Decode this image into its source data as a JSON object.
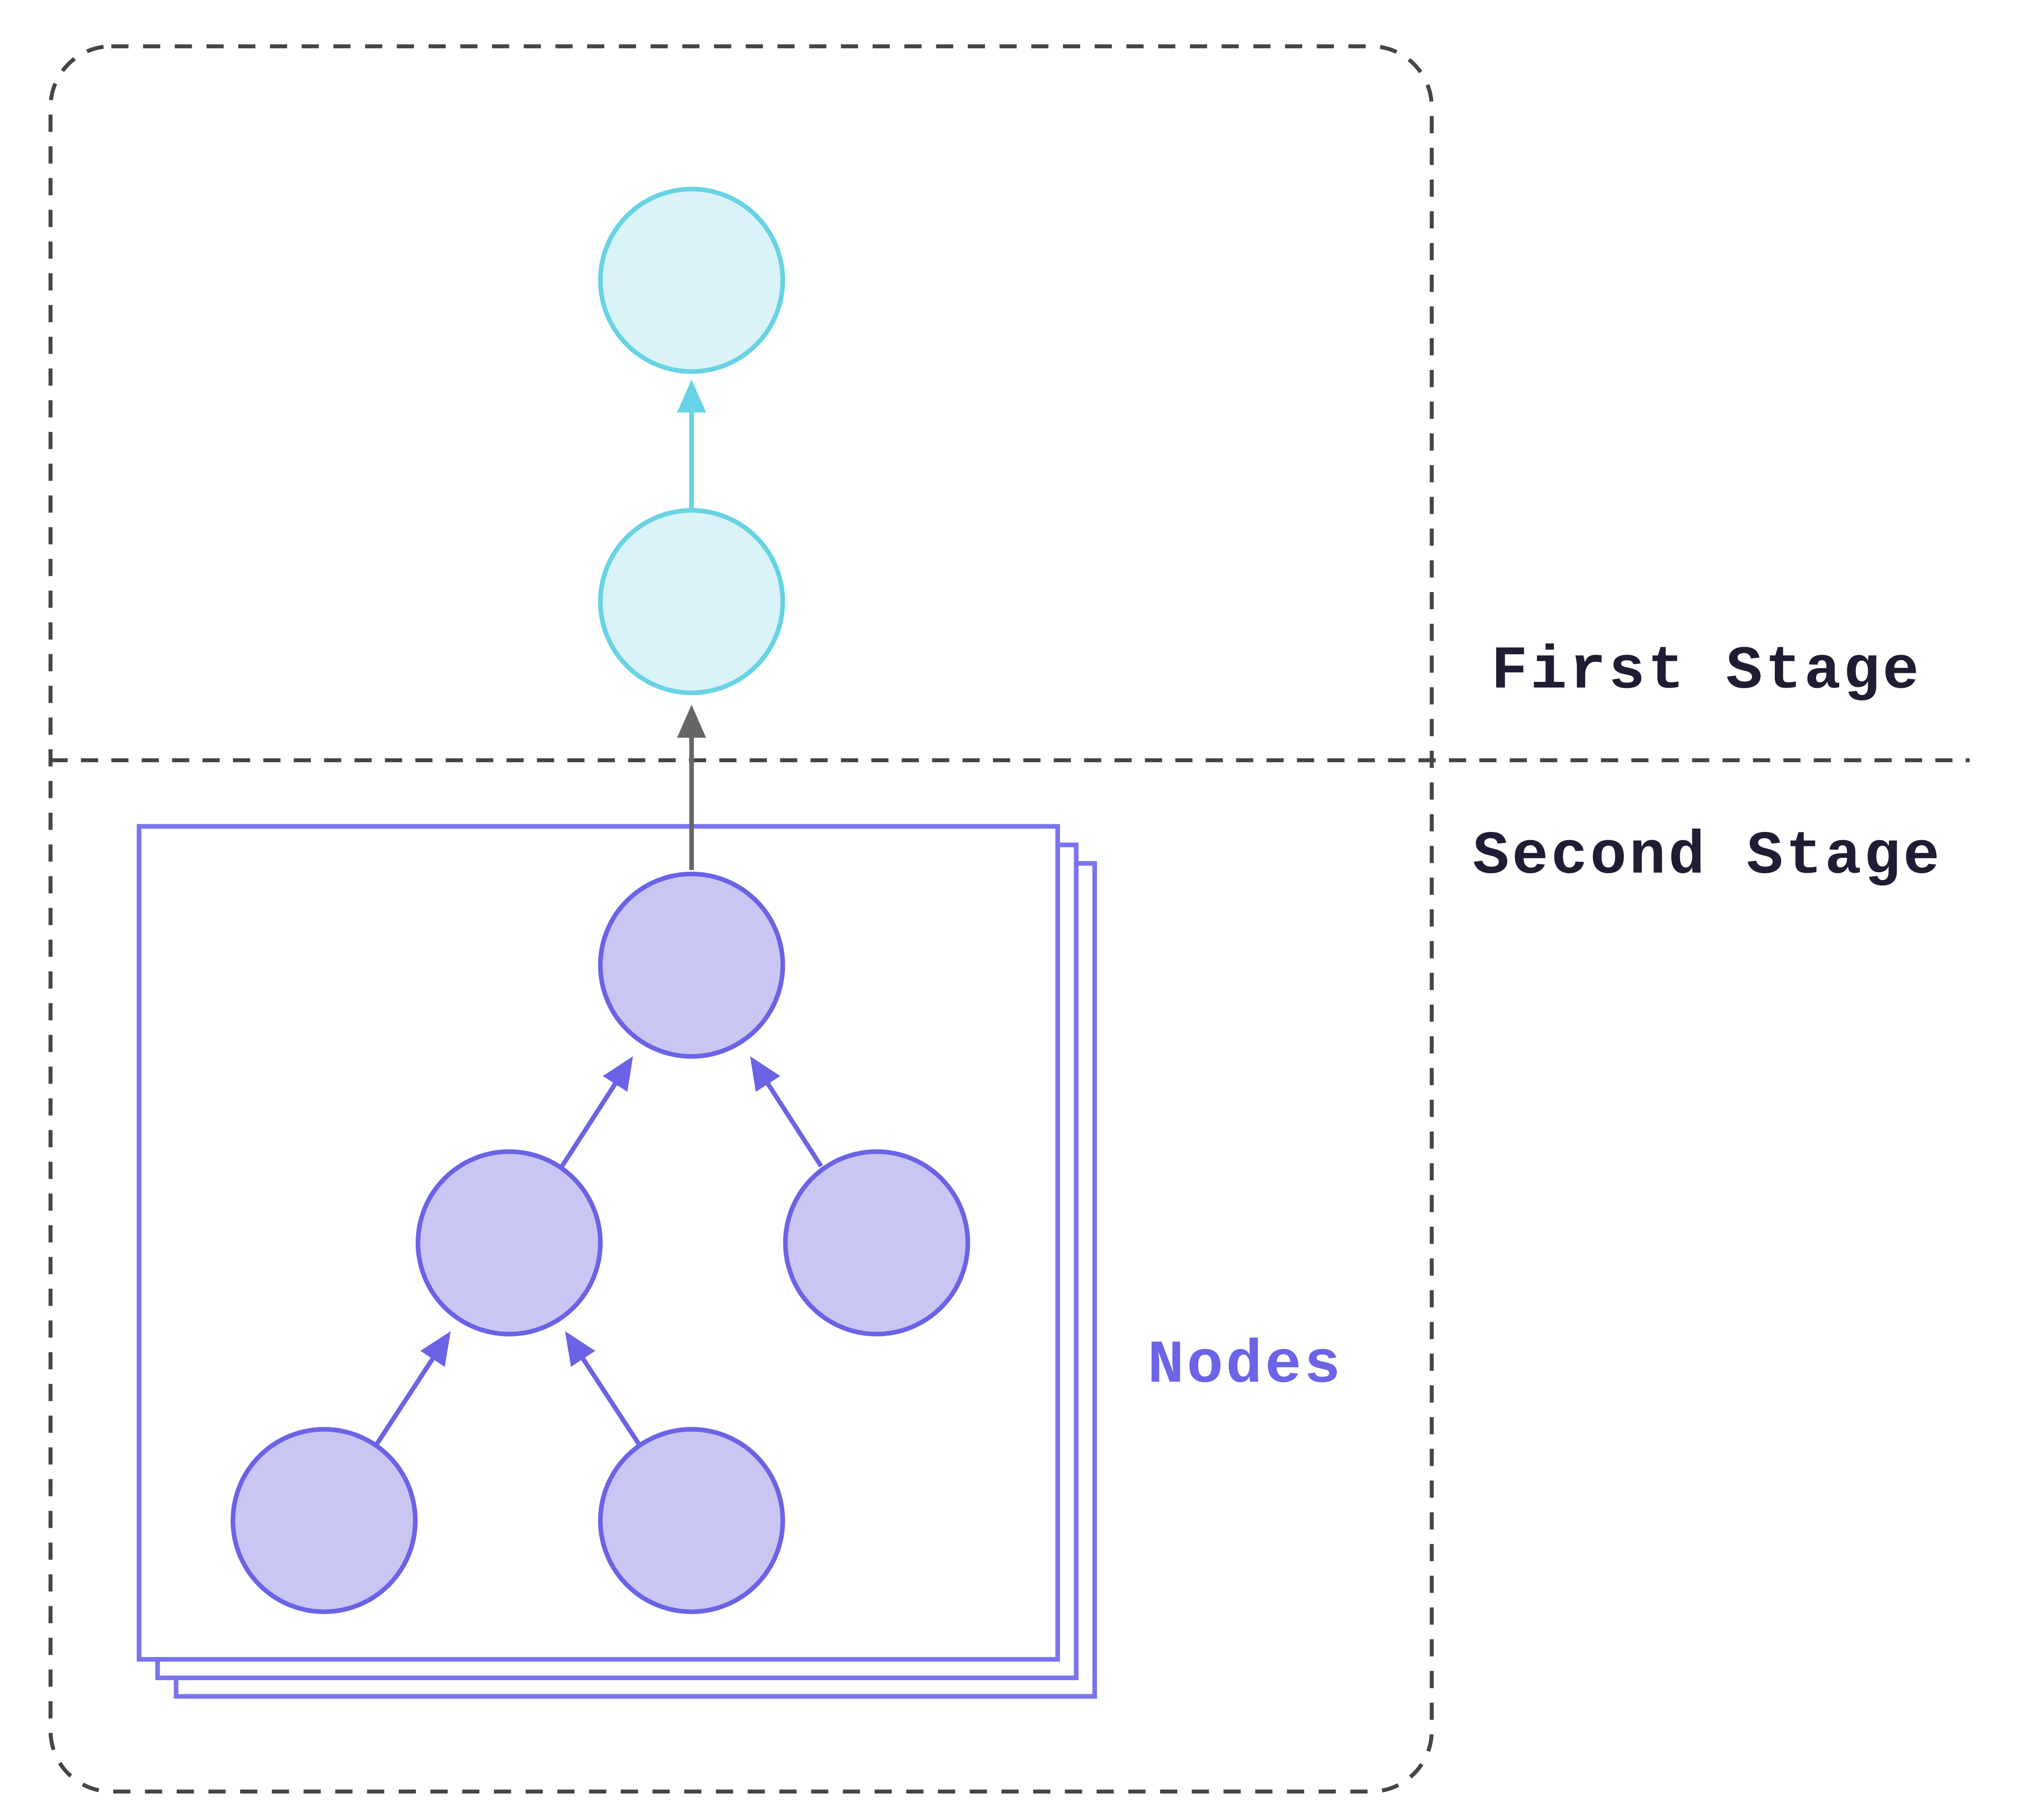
{
  "labels": {
    "first_stage": "First Stage",
    "second_stage": "Second Stage",
    "nodes": "Nodes"
  },
  "colors": {
    "cyan_fill": "#d9f3f8",
    "cyan_stroke": "#67d3e4",
    "purple_fill": "#c9c6f4",
    "purple_stroke": "#6b63e6",
    "card_stroke": "#7a74ee",
    "card_fill": "#ffffff",
    "gray_arrow": "#666666",
    "dashed_border": "#454545",
    "label_text": "#211c33",
    "nodes_label_color": "#6c63e8",
    "background": "#ffffff"
  },
  "structure": {
    "first_stage": {
      "node_count": 2,
      "arrow_count": 1
    },
    "second_stage": {
      "stacked_card_count": 3,
      "node_count": 5,
      "tree_edges": [
        [
          "leaf-left",
          "mid-left"
        ],
        [
          "leaf-center",
          "mid-left"
        ],
        [
          "mid-left",
          "root"
        ],
        [
          "mid-right",
          "root"
        ]
      ]
    },
    "cross_stage_connection": "tree root to first-stage lower node"
  }
}
